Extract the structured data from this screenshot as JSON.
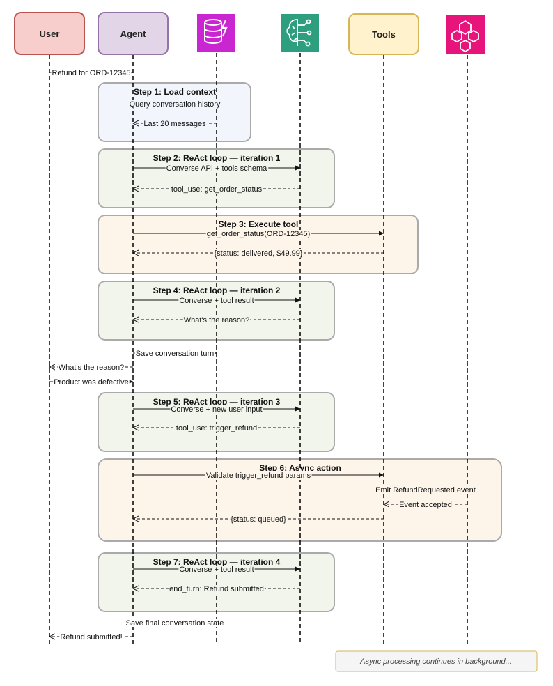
{
  "participants": {
    "user": "User",
    "agent": "Agent",
    "tools": "Tools"
  },
  "icons": {
    "dynamodb": "dynamodb-lightning-database-icon",
    "bedrock": "bedrock-brain-circuit-icon",
    "eventbridge": "eventbridge-hexagon-icon"
  },
  "colors": {
    "user": "#f8cecc",
    "agent": "#e1d5e7",
    "tools": "#fff2cc",
    "dynamodb": "#c925d1",
    "bedrock": "#2e9f7e",
    "eventbridge": "#e7157b",
    "step_blue": "#f2f6fc",
    "step_green": "#f1f5ec",
    "step_orange": "#fdf4ea"
  },
  "steps": {
    "s1": "Step 1: Load context",
    "s2": "Step 2: ReAct loop — iteration 1",
    "s3": "Step 3: Execute tool",
    "s4": "Step 4: ReAct loop — iteration 2",
    "s5": "Step 5: ReAct loop — iteration 3",
    "s6": "Step 6: Async action",
    "s7": "Step 7: ReAct loop — iteration 4"
  },
  "messages": {
    "m1": "Refund for ORD-12345",
    "m2": "Query conversation history",
    "m3": "Last 20 messages",
    "m4": "Converse API + tools schema",
    "m5": "tool_use: get_order_status",
    "m6": "get_order_status(ORD-12345)",
    "m7": "{status: delivered, $49.99}",
    "m8": "Converse + tool result",
    "m9": "What's the reason?",
    "m10": "Save conversation turn",
    "m11": "What's the reason?",
    "m12": "Product was defective",
    "m13": "Converse + new user input",
    "m14": "tool_use: trigger_refund",
    "m15": "Validate trigger_refund params",
    "m16": "Emit RefundRequested event",
    "m17": "Event accepted",
    "m18": "{status: queued}",
    "m19": "Converse + tool result",
    "m20": "end_turn: Refund submitted",
    "m21": "Save final conversation state",
    "m22": "Refund submitted!"
  },
  "note": "Async processing continues in background..."
}
